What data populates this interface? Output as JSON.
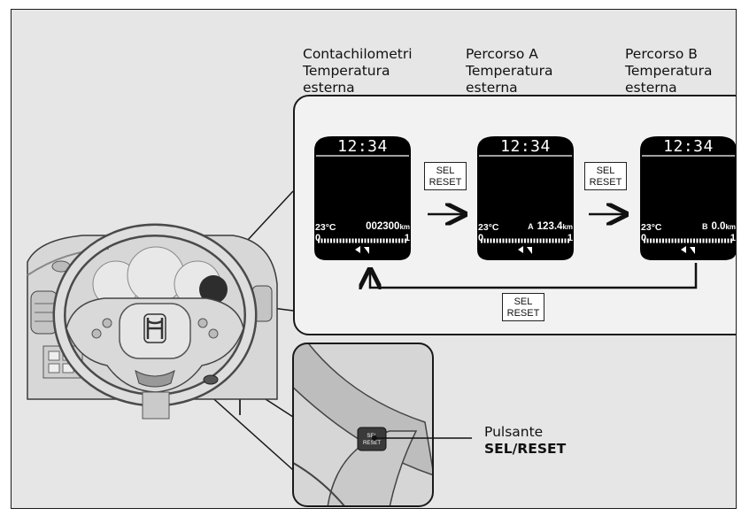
{
  "modes": [
    {
      "line1": "Contachilometri",
      "line2": "Temperatura",
      "line3": "esterna"
    },
    {
      "line1": "Percorso A",
      "line2": "Temperatura",
      "line3": "esterna"
    },
    {
      "line1": "Percorso B",
      "line2": "Temperatura",
      "line3": "esterna"
    }
  ],
  "displays": [
    {
      "clock": "12:34",
      "temp": "23",
      "temp_unit": "°C",
      "trip": "",
      "value": "002300",
      "unit": "km",
      "gauge_lo": "0",
      "gauge_hi": "1"
    },
    {
      "clock": "12:34",
      "temp": "23",
      "temp_unit": "°C",
      "trip": "A",
      "value": "123.4",
      "unit": "km",
      "gauge_lo": "0",
      "gauge_hi": "1"
    },
    {
      "clock": "12:34",
      "temp": "23",
      "temp_unit": "°C",
      "trip": "B",
      "value": "0.0",
      "unit": "km",
      "gauge_lo": "0",
      "gauge_hi": "1"
    }
  ],
  "button": {
    "line1": "SEL",
    "line2": "RESET"
  },
  "callout": {
    "line1": "Pulsante",
    "line2": "SEL/RESET"
  },
  "colors": {
    "frame_bg": "#e6e6e6",
    "panel_bg": "#f2f2f2",
    "display_bg": "#000000",
    "outline": "#1a1a1a"
  }
}
